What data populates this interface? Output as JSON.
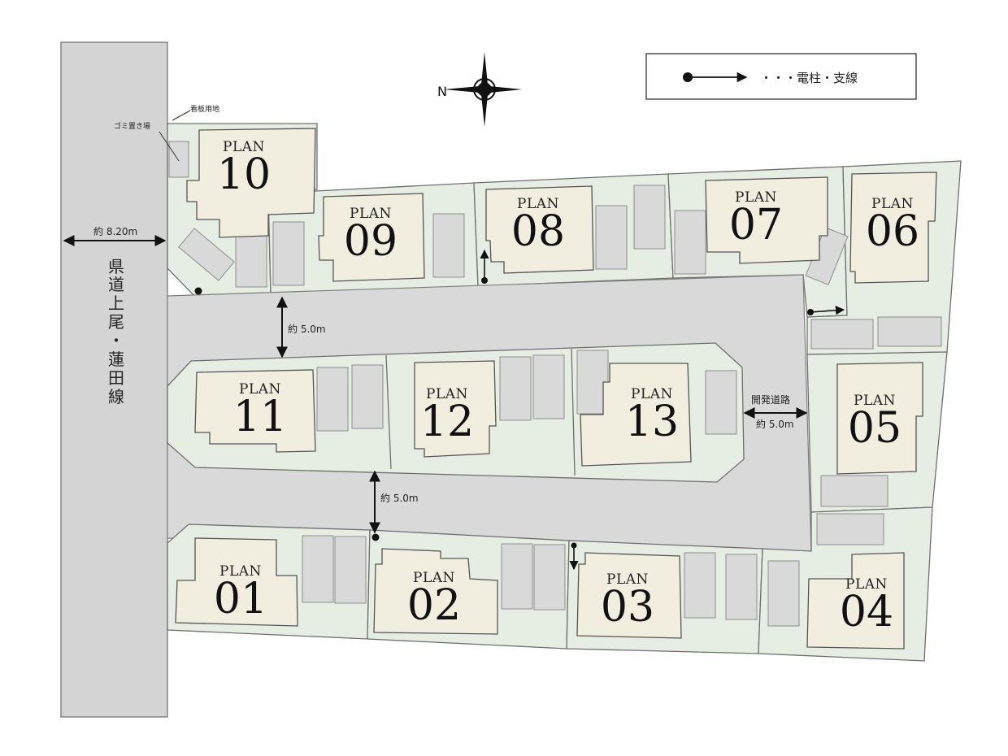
{
  "lots": [
    {
      "word": "PLAN",
      "number": "01"
    },
    {
      "word": "PLAN",
      "number": "02"
    },
    {
      "word": "PLAN",
      "number": "03"
    },
    {
      "word": "PLAN",
      "number": "04"
    },
    {
      "word": "PLAN",
      "number": "05"
    },
    {
      "word": "PLAN",
      "number": "06"
    },
    {
      "word": "PLAN",
      "number": "07"
    },
    {
      "word": "PLAN",
      "number": "08"
    },
    {
      "word": "PLAN",
      "number": "09"
    },
    {
      "word": "PLAN",
      "number": "10"
    },
    {
      "word": "PLAN",
      "number": "11"
    },
    {
      "word": "PLAN",
      "number": "12"
    },
    {
      "word": "PLAN",
      "number": "13"
    }
  ],
  "legend": {
    "text": "・・・電柱・支線"
  },
  "compass": {
    "north": "N"
  },
  "labels": {
    "prefectural_road": [
      "県",
      "道",
      "上",
      "尾",
      "・",
      "蓮",
      "田",
      "線"
    ],
    "road_width_main": "約 8.20m",
    "road_width_top": "約 5.0m",
    "road_width_bottom": "約 5.0m",
    "dev_road": "開発道路",
    "dev_road_width": "約 5.0m",
    "garbage": "ゴミ置き場",
    "sign": "看板用地"
  }
}
